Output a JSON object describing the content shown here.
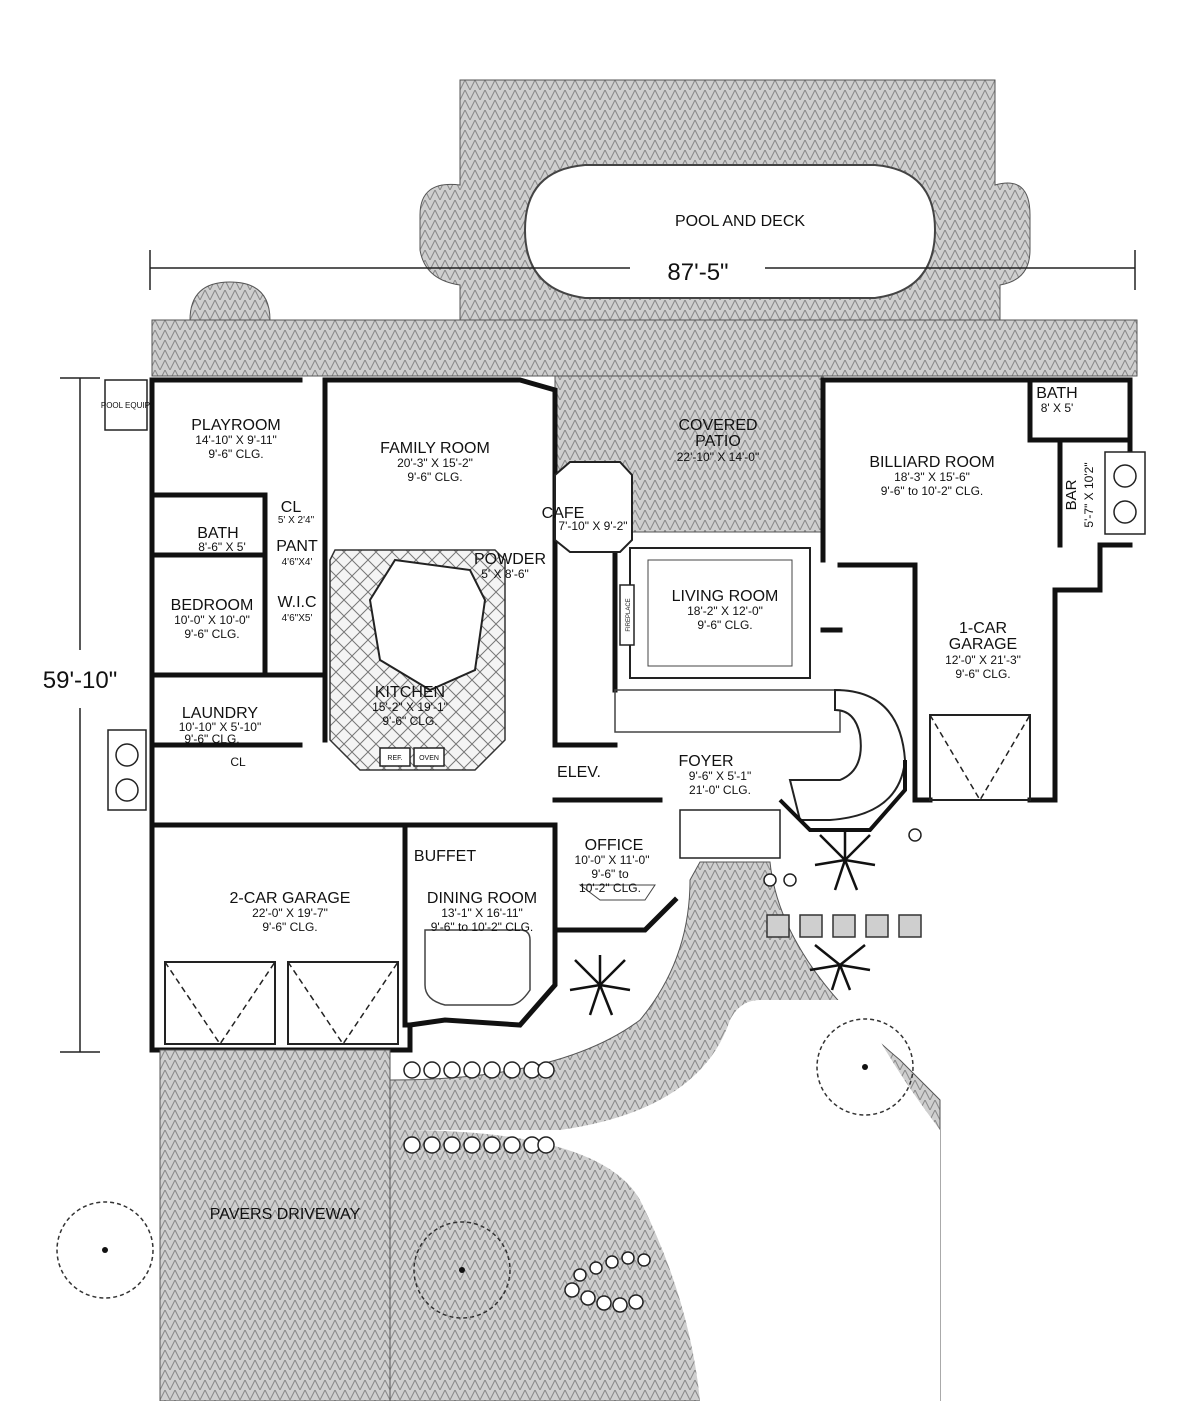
{
  "overall": {
    "width": "87'-5\"",
    "depth": "59'-10\""
  },
  "outdoor": {
    "pool": "POOL AND DECK",
    "pool_equip": "POOL EQUIP.",
    "driveway": "PAVERS DRIVEWAY",
    "covered_patio": {
      "name_1": "COVERED",
      "name_2": "PATIO",
      "dims": "22'-10\" X 14'-0\""
    }
  },
  "rooms": {
    "playroom": {
      "name": "PLAYROOM",
      "dims": "14'-10\" X 9'-11\"",
      "clg": "9'-6\" CLG."
    },
    "family_room": {
      "name": "FAMILY ROOM",
      "dims": "20'-3\" X 15'-2\"",
      "clg": "9'-6\" CLG."
    },
    "cafe": {
      "name": "CAFE",
      "dims": "7'-10\" X 9'-2\""
    },
    "billiard_room": {
      "name": "BILLIARD ROOM",
      "dims": "18'-3\" X 15'-6\"",
      "clg": "9'-6\" to 10'-2\" CLG."
    },
    "bath_upper": {
      "name": "BATH",
      "dims": "8' X 5'"
    },
    "bar": {
      "name": "BAR",
      "dims": "5'-7\" X 10'2\""
    },
    "closet": {
      "name": "CL",
      "dims": "5' X 2'4\""
    },
    "bath_left": {
      "name": "BATH",
      "dims": "8'-6\" X 5'"
    },
    "pantry": {
      "name": "PANT",
      "dims": "4'6\"X4'"
    },
    "powder": {
      "name": "POWDER",
      "dims": "5' X 8'-6\""
    },
    "living_room": {
      "name": "LIVING ROOM",
      "dims": "18'-2\" X 12'-0\"",
      "clg": "9'-6\" CLG."
    },
    "bedroom": {
      "name": "BEDROOM",
      "dims": "10'-0\" X 10'-0\"",
      "clg": "9'-6\" CLG."
    },
    "wic": {
      "name": "W.I.C",
      "dims": "4'6\"X5'"
    },
    "kitchen": {
      "name": "KITCHEN",
      "dims": "15'-2\" X 19'-1\"",
      "clg": "9'-6\" CLG."
    },
    "garage_1": {
      "name_1": "1-CAR",
      "name_2": "GARAGE",
      "dims": "12'-0\" X 21'-3\"",
      "clg": "9'-6\" CLG."
    },
    "laundry": {
      "name": "LAUNDRY",
      "dims": "10'-10\" X 5'-10\"",
      "clg": "9'-6\" CLG."
    },
    "cl_small": {
      "name": "CL"
    },
    "elev": {
      "name": "ELEV."
    },
    "foyer": {
      "name": "FOYER",
      "dims": "9'-6\" X 5'-1\"",
      "clg": "21'-0\" CLG."
    },
    "buffet": {
      "name": "BUFFET"
    },
    "office": {
      "name": "OFFICE",
      "dims": "10'-0\" X 11'-0\"",
      "clg_1": "9'-6\" to",
      "clg_2": "10'-2\" CLG."
    },
    "garage_2": {
      "name": "2-CAR GARAGE",
      "dims": "22'-0\" X 19'-7\"",
      "clg": "9'-6\" CLG."
    },
    "dining_room": {
      "name": "DINING ROOM",
      "dims": "13'-1\" X 16'-11\"",
      "clg": "9'-6\" to 10'-2\" CLG."
    }
  },
  "fixtures": {
    "ref": "REF.",
    "oven": "OVEN",
    "fireplace": "FIREPLACE"
  },
  "colors": {
    "wall": "#111111",
    "paver": "#9a9a9a",
    "background": "#ffffff"
  }
}
